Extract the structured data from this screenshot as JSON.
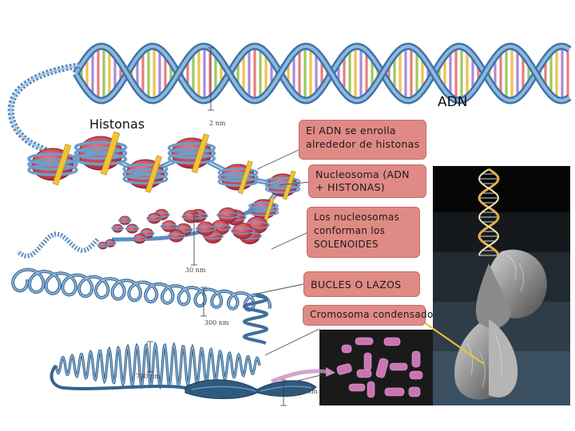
{
  "labels": {
    "dna": "ADN",
    "histones": "Histonas"
  },
  "boxes": {
    "wrap": [
      "El ADN se enrolla",
      "alrededor de histonas"
    ],
    "nucleosome": [
      "Nucleosoma (ADN",
      "+ HISTONAS)"
    ],
    "solenoid": [
      "Los nucleosomas",
      "conforman los",
      "SOLENOIDES"
    ],
    "loops": [
      "BUCLES O LAZOS"
    ],
    "chromosome": [
      "Cromosoma condensado"
    ]
  },
  "scales": {
    "s2": "2 nm",
    "s30": "30 nm",
    "s300": "300 nm",
    "s700": "700 nm",
    "s1400": "1400 nm"
  },
  "colors": {
    "box_fill": "#e08a86",
    "helix_blue": "#5b8fc0",
    "histone_red": "#c8424c",
    "linker_yellow": "#f2c232",
    "micro_bg": "#1c1c1c"
  }
}
